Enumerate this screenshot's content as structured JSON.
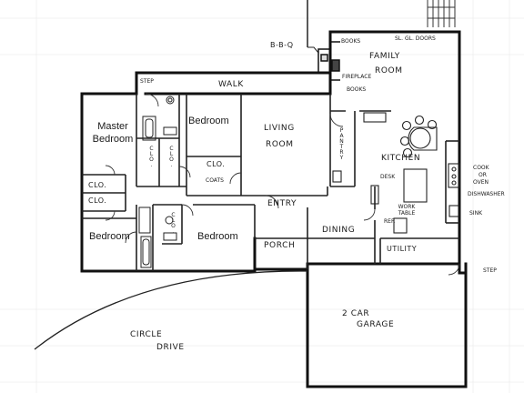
{
  "labels": {
    "bbq": "B-B-Q",
    "books_top": "BOOKS",
    "sliding_doors": "SL. GL. DOORS",
    "family": "FAMILY",
    "room": "ROOM",
    "fireplace": "FIREPLACE",
    "books_bottom": "BOOKS",
    "step_top": "STEP",
    "walk": "WALK",
    "master_bedroom": "Master\nBedroom",
    "bedroom_top": "Bedroom",
    "clo_master_1": "CLO.",
    "clo_master_2": "CLO.",
    "clo_center": "CLO.",
    "coats": "COATS",
    "clo_left_1": "CLO.",
    "clo_left_2": "CLO.",
    "clo_lower": "CLO.",
    "living": "LIVING",
    "living_room": "ROOM",
    "pantry": "PANTRY",
    "kitchen": "KITCHEN",
    "cook": "COOK",
    "or": "OR",
    "oven": "OVEN",
    "desk": "DESK",
    "work_table": "WORK\nTABLE",
    "dishwasher": "DISHWASHER",
    "sink": "SINK",
    "entry": "ENTRY",
    "dining": "DINING",
    "ref": "REF.",
    "bedroom_left": "Bedroom",
    "bedroom_right": "Bedroom",
    "porch": "PORCH",
    "utility": "UTILITY",
    "step_right": "STEP",
    "two_car": "2 CAR",
    "garage": "GARAGE",
    "circle": "CIRCLE",
    "drive": "DRIVE"
  }
}
